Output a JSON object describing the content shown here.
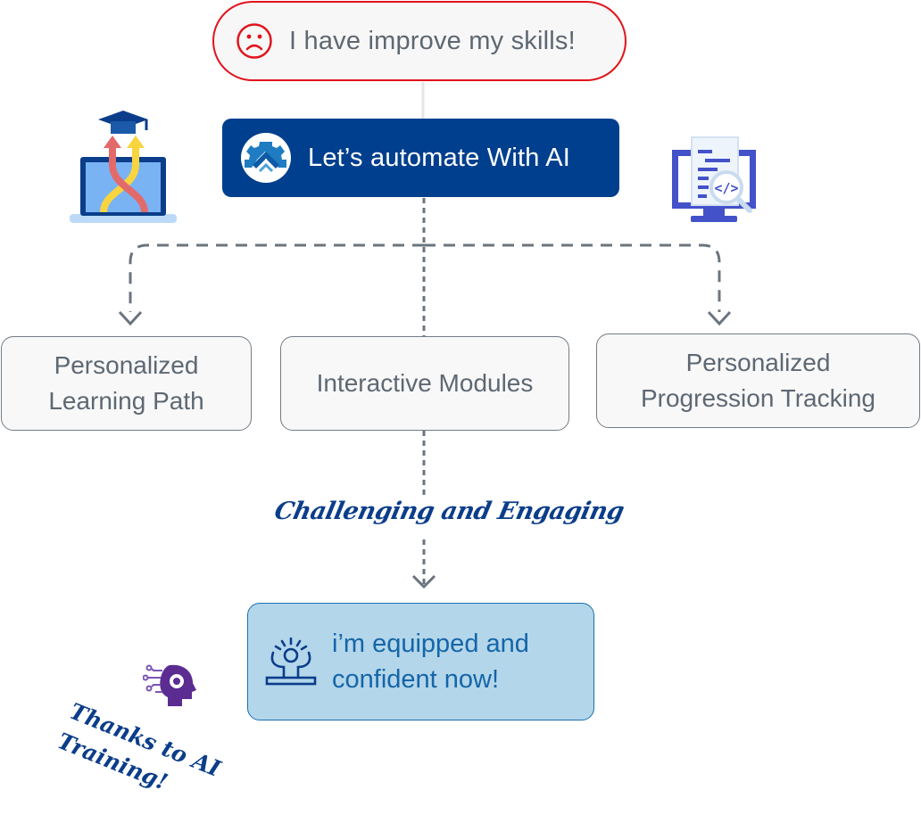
{
  "problem": {
    "label": "I have improve my skills!",
    "icon": "sad-face-icon",
    "color": "#e0141c"
  },
  "cta": {
    "label": "Let’s automate With AI",
    "icon": "automation-gear-logo",
    "color": "#003f8d"
  },
  "branches": [
    {
      "label_line1": "Personalized",
      "label_line2": "Learning Path"
    },
    {
      "label_line1": "Interactive Modules",
      "label_line2": ""
    },
    {
      "label_line1": "Personalized",
      "label_line2": "Progression Tracking"
    }
  ],
  "illustrations": {
    "left": "laptop-learning-path-icon",
    "right": "monitor-code-review-icon"
  },
  "connector_caption": "Challenging and Engaging",
  "outcome": {
    "line1": "i’m equipped and",
    "line2": "confident now!",
    "icon": "confident-person-icon",
    "bg": "#b3d6ea"
  },
  "footer_note": {
    "line1": "Thanks to AI",
    "line2": "Training!",
    "icon": "ai-brain-gear-icon"
  }
}
